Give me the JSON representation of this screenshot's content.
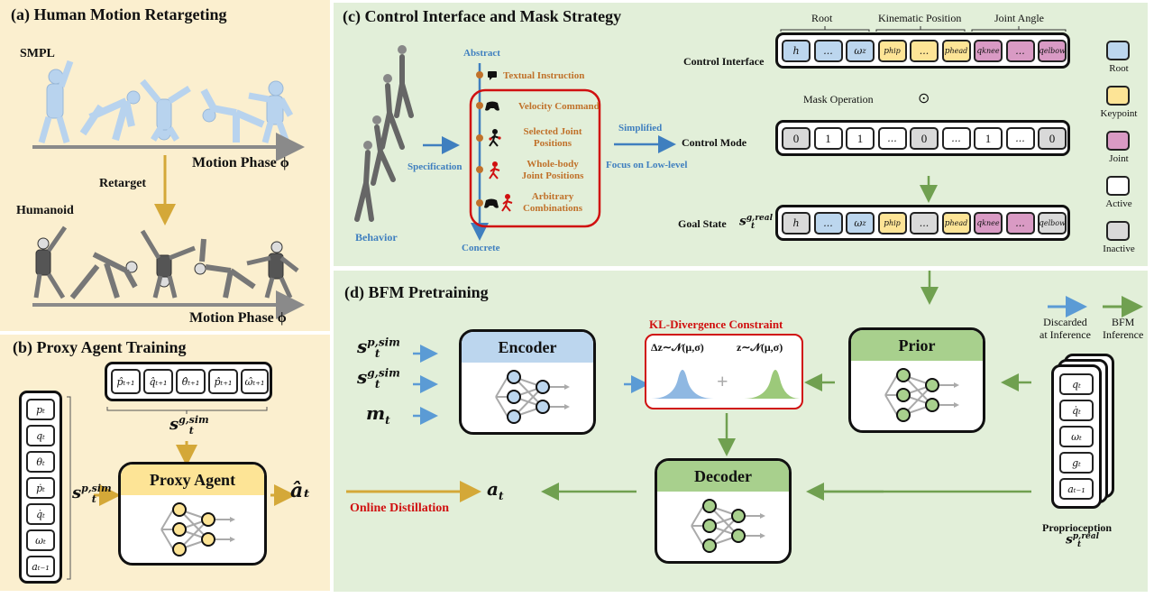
{
  "panel_a": {
    "title": "(a) Human Motion Retargeting",
    "smpl_label": "SMPL",
    "humanoid_label": "Humanoid",
    "retarget_label": "Retarget",
    "phase_label_top": "Motion Phase ϕ",
    "phase_label_bottom": "Motion Phase ϕ",
    "figure_count": 5
  },
  "panel_b": {
    "title": "(b) Proxy Agent Training",
    "goal_cells": [
      "p̂ₜ₊₁",
      "q̂ₜ₊₁",
      "θ̂ₜ₊₁",
      "p̂̇ₜ₊₁",
      "ω̂ₜ₊₁"
    ],
    "goal_label": "sₜ^{g,sim}",
    "goal_label_base": "s",
    "goal_label_sup": "g,sim",
    "goal_label_sub": "t",
    "proprio_cells": [
      "pₜ",
      "qₜ",
      "θₜ",
      "ṗₜ",
      "q̇ₜ",
      "ωₜ",
      "aₜ₋₁"
    ],
    "proprio_label_base": "s",
    "proprio_label_sup": "p,sim",
    "proprio_label_sub": "t",
    "agent_title": "Proxy Agent",
    "output_label": "âₜ",
    "colors": {
      "accent": "#d4a838",
      "node": "#fde496"
    }
  },
  "panel_c": {
    "title": "(c) Control Interface and Mask Strategy",
    "behavior_label": "Behavior",
    "specification_label": "Specification",
    "axis_top": "Abstract",
    "axis_bottom": "Concrete",
    "modes": [
      {
        "icon": "chat-icon",
        "label": "Textual Instruction"
      },
      {
        "icon": "gamepad-icon",
        "label": "Velocity Command"
      },
      {
        "icon": "runner-partial-icon",
        "label": "Selected Joint Positions"
      },
      {
        "icon": "runner-full-icon",
        "label": "Whole-body Joint Positions"
      },
      {
        "icon": "gamepad-runner-icon",
        "label": "Arbitrary Combinations"
      }
    ],
    "simplified_label": "Simplified",
    "focus_label": "Focus on Low-level",
    "group_labels": [
      "Root",
      "Kinematic Position",
      "Joint Angle"
    ],
    "control_interface_label": "Control Interface",
    "control_interface_cells": [
      {
        "text": "h",
        "type": "root"
      },
      {
        "text": "...",
        "type": "root"
      },
      {
        "text": "ω_z",
        "type": "root"
      },
      {
        "text": "p_hip",
        "type": "keypoint"
      },
      {
        "text": "...",
        "type": "keypoint"
      },
      {
        "text": "p_head",
        "type": "keypoint"
      },
      {
        "text": "q_knee",
        "type": "joint"
      },
      {
        "text": "...",
        "type": "joint"
      },
      {
        "text": "q_elbow",
        "type": "joint"
      }
    ],
    "mask_operation_label": "Mask Operation",
    "mask_symbol": "⊙",
    "control_mode_label": "Control Mode",
    "control_mode_cells": [
      {
        "text": "0",
        "type": "inactive"
      },
      {
        "text": "1",
        "type": "active"
      },
      {
        "text": "1",
        "type": "active"
      },
      {
        "text": "...",
        "type": "active"
      },
      {
        "text": "0",
        "type": "inactive"
      },
      {
        "text": "...",
        "type": "active"
      },
      {
        "text": "1",
        "type": "active"
      },
      {
        "text": "...",
        "type": "active"
      },
      {
        "text": "0",
        "type": "inactive"
      }
    ],
    "goal_state_label": "Goal State",
    "goal_state_sym_base": "s",
    "goal_state_sym_sup": "g,real",
    "goal_state_sym_sub": "t",
    "goal_state_cells": [
      {
        "text": "h",
        "type": "inactive"
      },
      {
        "text": "...",
        "type": "root"
      },
      {
        "text": "ω_z",
        "type": "root"
      },
      {
        "text": "p_hip",
        "type": "keypoint"
      },
      {
        "text": "...",
        "type": "inactive"
      },
      {
        "text": "p_head",
        "type": "keypoint"
      },
      {
        "text": "q_knee",
        "type": "joint"
      },
      {
        "text": "...",
        "type": "joint"
      },
      {
        "text": "q_elbow",
        "type": "inactive"
      }
    ],
    "legend": [
      {
        "label": "Root",
        "type": "root"
      },
      {
        "label": "Keypoint",
        "type": "keypoint"
      },
      {
        "label": "Joint",
        "type": "joint"
      },
      {
        "label": "Active",
        "type": "active"
      },
      {
        "label": "Inactive",
        "type": "inactive"
      }
    ],
    "colors": {
      "root": "#bcd6ee",
      "keypoint": "#fde496",
      "joint": "#d99ac4",
      "active": "#ffffff",
      "inactive": "#d9d9d9",
      "mode_text": "#c0712a",
      "axis": "#3f7fbf",
      "highlight": "#d01010"
    }
  },
  "panel_d": {
    "title": "(d) BFM Pretraining",
    "inputs": [
      {
        "base": "s",
        "sup": "p,sim",
        "sub": "t"
      },
      {
        "base": "s",
        "sup": "g,sim",
        "sub": "t"
      },
      {
        "base": "m",
        "sup": "",
        "sub": "t"
      }
    ],
    "encoder_title": "Encoder",
    "prior_title": "Prior",
    "decoder_title": "Decoder",
    "kl_title": "KL-Divergence Constraint",
    "kl_left": "Δz∼𝒩(μ,σ)",
    "kl_right": "z∼𝒩(μ,σ)",
    "kl_plus": "+",
    "legend": [
      {
        "label_line1": "Discarded",
        "label_line2": "at Inference",
        "color": "#5b9bd5"
      },
      {
        "label_line1": "BFM",
        "label_line2": "Inference",
        "color": "#70a050"
      }
    ],
    "proprio_cells": [
      "qₜ",
      "q̇ₜ",
      "ωₜ",
      "gₜ",
      "aₜ₋₁"
    ],
    "proprio_title": "Proprioception",
    "proprio_sym_base": "s",
    "proprio_sym_sup": "p,real",
    "proprio_sym_sub": "t",
    "output_base": "a",
    "output_sub": "t",
    "distill_label": "Online Distillation",
    "colors": {
      "encoder": "#bcd6ee",
      "prior": "#a8d08d",
      "decoder": "#a8d08d",
      "blue_arrow": "#5b9bd5",
      "green_arrow": "#70a050",
      "gold_arrow": "#d4a838",
      "kl": "#d01010"
    }
  }
}
